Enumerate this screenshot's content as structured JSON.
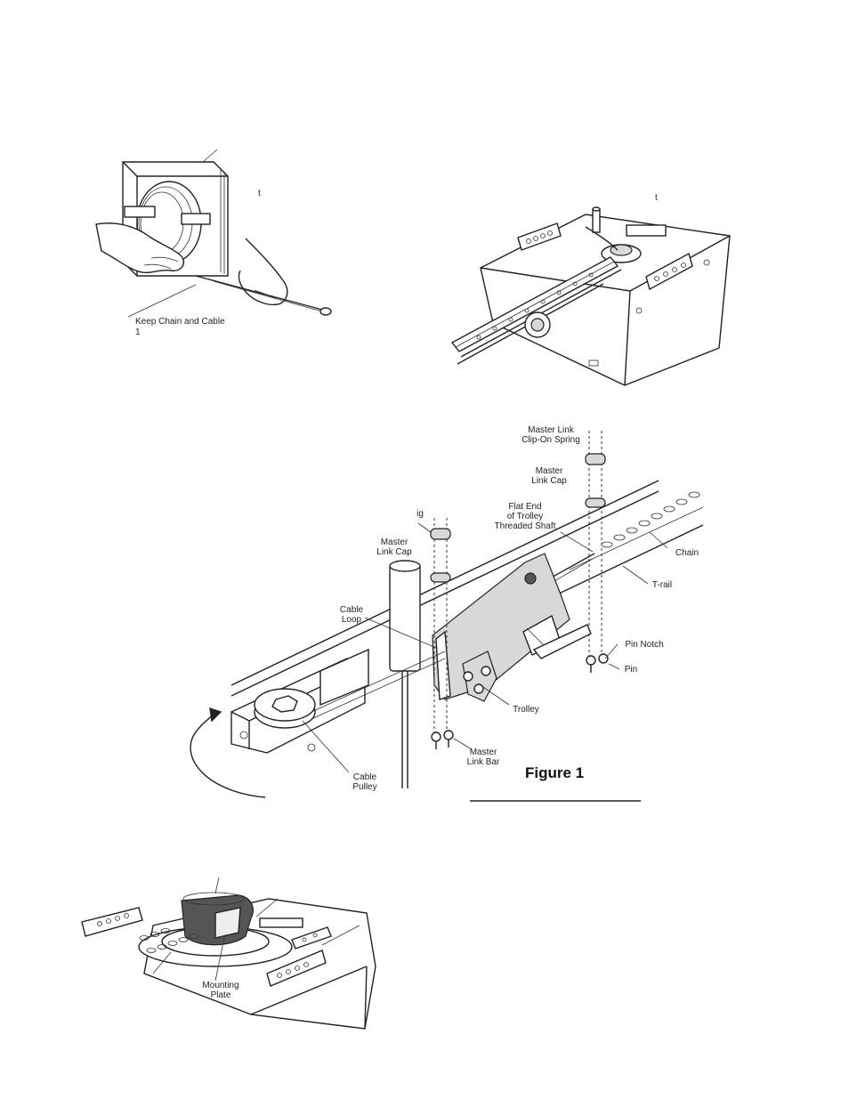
{
  "figure_a": {
    "label_keep": "Keep Chain and Cable",
    "label_keep_2": "1",
    "label_top": "t"
  },
  "figure_b": {
    "label_top": "t"
  },
  "figure_1": {
    "title": "Figure 1",
    "labels": {
      "clip_spring": "Master Link\nClip-On Spring",
      "cap_right": "Master\nLink Cap",
      "flat_end": "Flat End\nof Trolley\nThreaded Shaft",
      "fragment_ig": "ig",
      "cap_left": "Master\nLink Cap",
      "chain": "Chain",
      "trail": "T-rail",
      "cable_loop": "Cable\nLoop",
      "pin_notch": "Pin Notch",
      "pin": "Pin",
      "trolley": "Trolley",
      "link_bar": "Master\nLink Bar",
      "cable_pulley": "Cable\nPulley"
    }
  },
  "figure_c": {
    "mounting_plate": "Mounting\nPlate"
  }
}
